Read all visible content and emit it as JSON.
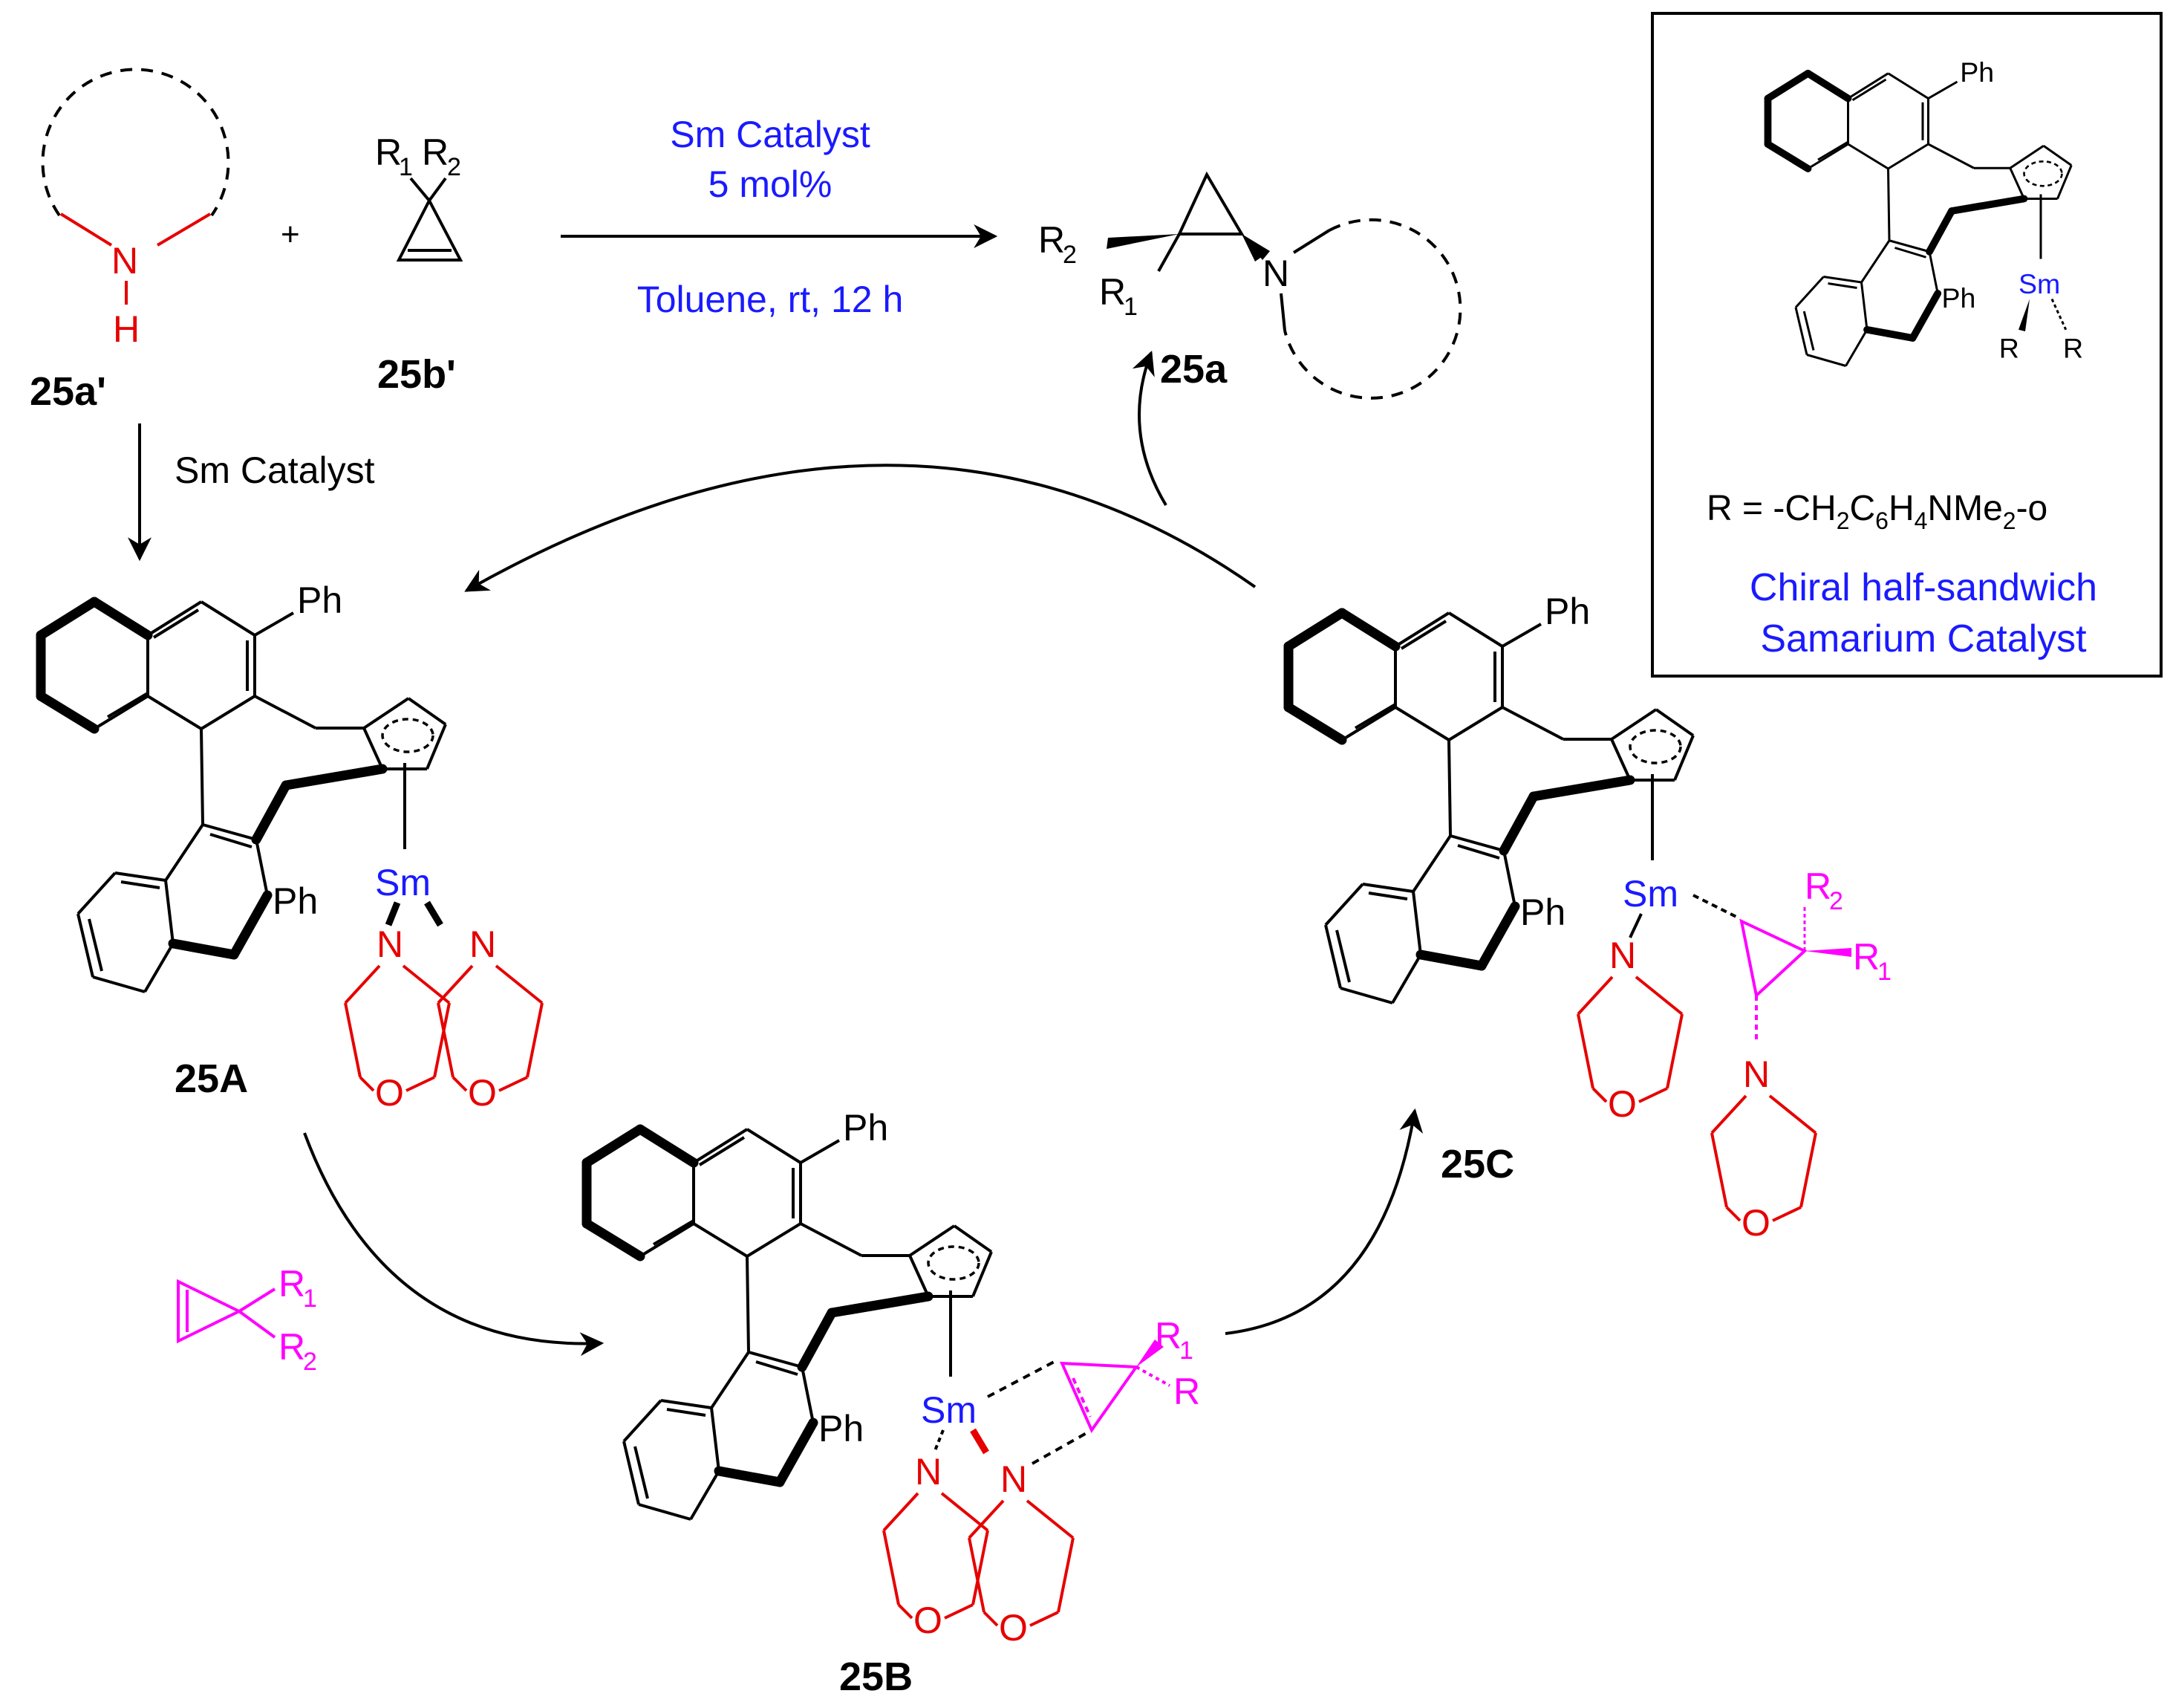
{
  "colors": {
    "ink": "#000000",
    "metal_label": "#1a1aff",
    "amine": "#e60000",
    "cyclopropene": "#ff00ff"
  },
  "reaction": {
    "condition_top_1": "Sm Catalyst",
    "condition_top_2": "5 mol%",
    "condition_bottom": "Toluene, rt, 12 h",
    "plus": "+"
  },
  "compounds": {
    "amine_label": "25a'",
    "cyclopropene_label": "25b'",
    "product_label": "25a",
    "int_A": "25A",
    "int_B": "25B",
    "int_C": "25C"
  },
  "atoms": {
    "N": "N",
    "H": "H",
    "O": "O",
    "Sm": "Sm",
    "Ph": "Ph",
    "R": "R",
    "R1": "R",
    "R2": "R",
    "sub1": "1",
    "sub2": "2"
  },
  "side_label": "Sm Catalyst",
  "catalyst_box": {
    "formula": "R = -CH2C6H4NMe2-o",
    "formula_parts": [
      "R = -CH",
      "2",
      "C",
      "6",
      "H",
      "4",
      "NMe",
      "2",
      "-o"
    ],
    "caption_1": "Chiral half-sandwich",
    "caption_2": "Samarium Catalyst"
  }
}
